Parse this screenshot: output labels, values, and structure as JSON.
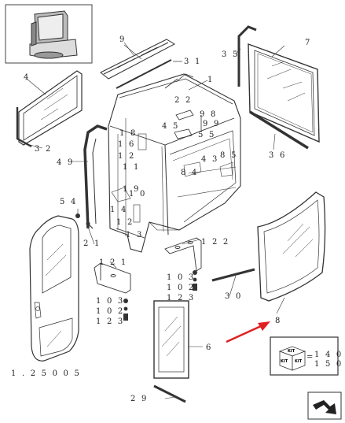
{
  "labels": [
    {
      "id": "l1",
      "text": "1"
    },
    {
      "id": "l4",
      "text": "4"
    },
    {
      "id": "l32",
      "text": "3 2"
    },
    {
      "id": "l9",
      "text": "9"
    },
    {
      "id": "l31",
      "text": "3 1"
    },
    {
      "id": "l35",
      "text": "3 5"
    },
    {
      "id": "l7",
      "text": "7"
    },
    {
      "id": "l36",
      "text": "3 6"
    },
    {
      "id": "l22",
      "text": "2 2"
    },
    {
      "id": "l98",
      "text": "9 8"
    },
    {
      "id": "l99",
      "text": "9 9"
    },
    {
      "id": "l45",
      "text": "4 5"
    },
    {
      "id": "l55",
      "text": "5 5"
    },
    {
      "id": "l85",
      "text": "8 5"
    },
    {
      "id": "l43",
      "text": "4 3"
    },
    {
      "id": "l84",
      "text": "8 4"
    },
    {
      "id": "l18",
      "text": "1 8"
    },
    {
      "id": "l16",
      "text": "1 6"
    },
    {
      "id": "l12a",
      "text": "1 2"
    },
    {
      "id": "l11",
      "text": "1 1"
    },
    {
      "id": "l49",
      "text": "4 9"
    },
    {
      "id": "l19",
      "text": "1 9"
    },
    {
      "id": "l10",
      "text": "1 0"
    },
    {
      "id": "l54",
      "text": "5 4"
    },
    {
      "id": "l14",
      "text": "1 4"
    },
    {
      "id": "l12b",
      "text": "1 2"
    },
    {
      "id": "l13",
      "text": "1 3"
    },
    {
      "id": "l21",
      "text": "2 1"
    },
    {
      "id": "l122",
      "text": "1 2 2"
    },
    {
      "id": "l121",
      "text": "1 2 1"
    },
    {
      "id": "l103a",
      "text": "1 0 3"
    },
    {
      "id": "l102a",
      "text": "1 0 2"
    },
    {
      "id": "l123a",
      "text": "1 2 3"
    },
    {
      "id": "l103b",
      "text": "1 0 3"
    },
    {
      "id": "l102b",
      "text": "1 0 2"
    },
    {
      "id": "l123b",
      "text": "1 2 3"
    },
    {
      "id": "l30",
      "text": "3 0"
    },
    {
      "id": "l8",
      "text": "8"
    },
    {
      "id": "l6",
      "text": "6"
    },
    {
      "id": "l29",
      "text": "2 9"
    },
    {
      "id": "l1250",
      "text": "1 . 2 5 0   0 5"
    }
  ],
  "kit": {
    "equals": "=",
    "code1": "1 4 0",
    "code2": "1 5 0",
    "box_text": "KIT"
  },
  "colors": {
    "line": "#333333",
    "pointer_arrow": "#e02020",
    "label": "#222222"
  },
  "icons": [
    "thumbnail-machine-icon",
    "kit-box-icon",
    "next-page-arrow-icon"
  ]
}
